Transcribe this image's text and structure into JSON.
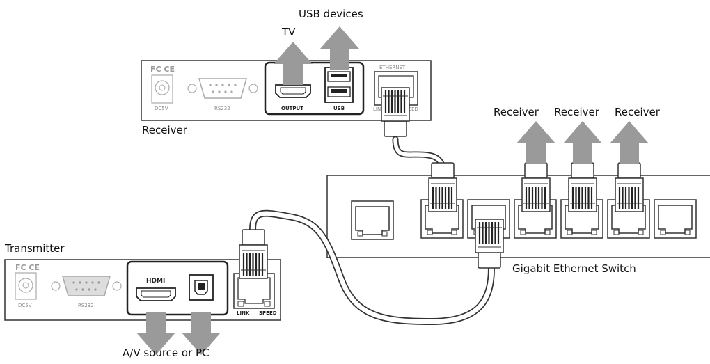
{
  "labels": {
    "usb_devices": "USB devices",
    "tv": "TV",
    "receiver_unit": "Receiver",
    "receiver_1": "Receiver",
    "receiver_2": "Receiver",
    "receiver_3": "Receiver",
    "transmitter_unit": "Transmitter",
    "switch": "Gigabit Ethernet Switch",
    "av_source": "A/V source or PC"
  },
  "receiver_panel": {
    "logo": "FC CE",
    "dc_label": "DC5V",
    "rs232_label": "RS232",
    "output_label": "OUTPUT",
    "usb_label": "USB",
    "ethernet_label": "ETHERNET",
    "link_label": "LINK",
    "speed_label": "SPEED"
  },
  "transmitter_panel": {
    "logo": "FC CE",
    "dc_label": "DC5V",
    "rs232_label": "RS232",
    "hdmi_label": "HDMI",
    "link_label": "LINK",
    "speed_label": "SPEED"
  },
  "colors": {
    "arrow": "#9a9a9a",
    "line": "#333333",
    "panel_fill": "#ffffff",
    "faded": "#b8b8b8"
  }
}
